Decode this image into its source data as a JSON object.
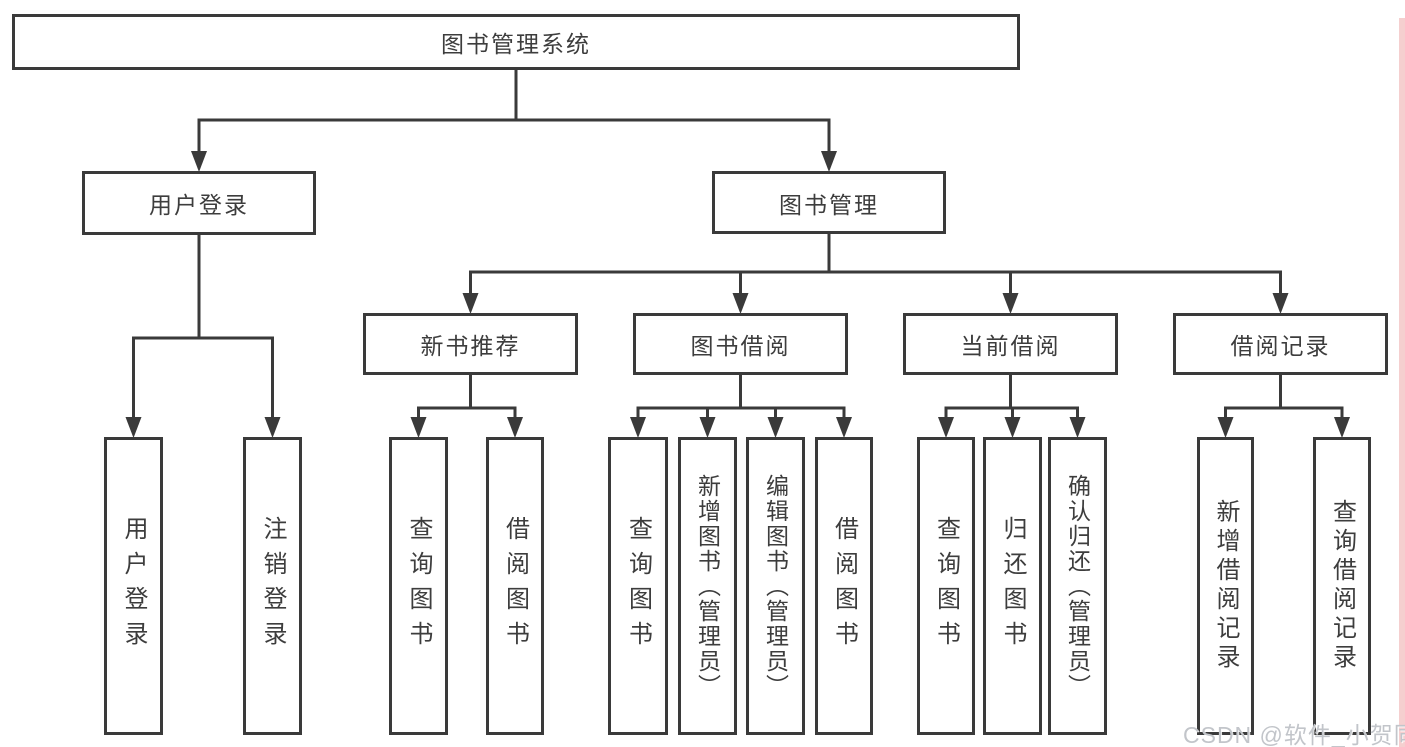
{
  "diagram": {
    "watermark_text": "CSDN @软件_小贺同学",
    "colors": {
      "line": "#3a3a3a",
      "text": "#3d3d3d",
      "watermark": "#c2c5ca",
      "edge_strip": "#f5cfcf",
      "background": "#ffffff"
    },
    "nodes": [
      {
        "id": "root",
        "label": "图书管理系统",
        "children": [
          "user-login",
          "book-mgmt"
        ]
      },
      {
        "id": "user-login",
        "label": "用户登录",
        "children": [
          "login",
          "logout"
        ]
      },
      {
        "id": "book-mgmt",
        "label": "图书管理",
        "children": [
          "new-book-rec",
          "book-borrow",
          "current-borrow",
          "borrow-record"
        ]
      },
      {
        "id": "new-book-rec",
        "label": "新书推荐",
        "children": [
          "nbr-query",
          "nbr-borrow"
        ]
      },
      {
        "id": "book-borrow",
        "label": "图书借阅",
        "children": [
          "bb-query",
          "bb-add",
          "bb-edit",
          "bb-borrow"
        ]
      },
      {
        "id": "current-borrow",
        "label": "当前借阅",
        "children": [
          "cb-query",
          "cb-return",
          "cb-confirm"
        ]
      },
      {
        "id": "borrow-record",
        "label": "借阅记录",
        "children": [
          "br-add",
          "br-query"
        ]
      },
      {
        "id": "login",
        "label": "用户登录",
        "vertical": true
      },
      {
        "id": "logout",
        "label": "注销登录",
        "vertical": true
      },
      {
        "id": "nbr-query",
        "label": "查询图书",
        "vertical": true
      },
      {
        "id": "nbr-borrow",
        "label": "借阅图书",
        "vertical": true
      },
      {
        "id": "bb-query",
        "label": "查询图书",
        "vertical": true
      },
      {
        "id": "bb-add",
        "label": "新增图书（管理员）",
        "vertical": true
      },
      {
        "id": "bb-edit",
        "label": "编辑图书（管理员）",
        "vertical": true
      },
      {
        "id": "bb-borrow",
        "label": "借阅图书",
        "vertical": true
      },
      {
        "id": "cb-query",
        "label": "查询图书",
        "vertical": true
      },
      {
        "id": "cb-return",
        "label": "归还图书",
        "vertical": true
      },
      {
        "id": "cb-confirm",
        "label": "确认归还（管理员）",
        "vertical": true
      },
      {
        "id": "br-add",
        "label": "新增借阅记录",
        "vertical": true
      },
      {
        "id": "br-query",
        "label": "查询借阅记录",
        "vertical": true
      }
    ]
  }
}
